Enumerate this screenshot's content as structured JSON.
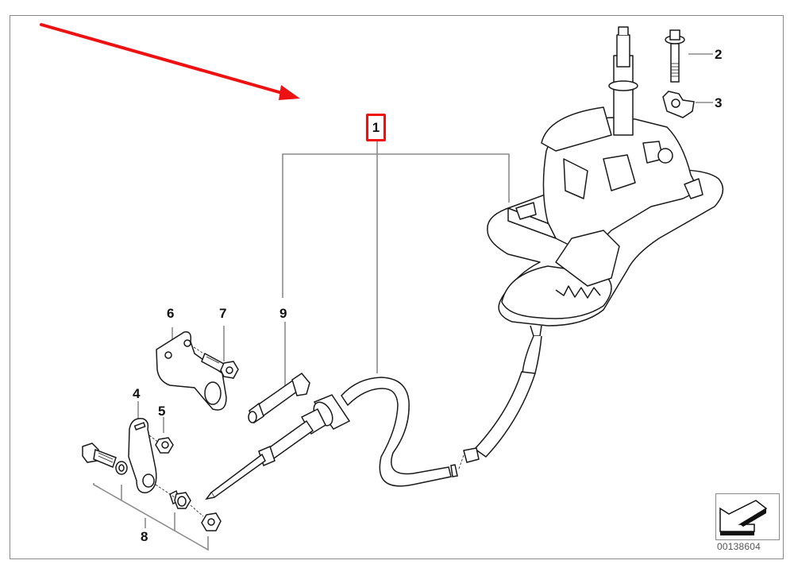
{
  "diagram": {
    "type": "exploded parts diagram",
    "subject": "gear selector switch with shift cable",
    "diagram_number": "00138604",
    "highlight_color": "#ee1111",
    "highlighted_part": "1",
    "annotation": "red-arrow pointing to part 1"
  },
  "labels": {
    "p1": "1",
    "p2": "2",
    "p3": "3",
    "p4": "4",
    "p5": "5",
    "p6": "6",
    "p7": "7",
    "p8": "8",
    "p9": "9"
  },
  "parts": [
    {
      "number": "1",
      "description": "gear selector switch assembly with cable",
      "highlighted": true
    },
    {
      "number": "2",
      "description": "bolt"
    },
    {
      "number": "3",
      "description": "clip nut"
    },
    {
      "number": "4",
      "description": "lever"
    },
    {
      "number": "5",
      "description": "nut"
    },
    {
      "number": "6",
      "description": "bracket"
    },
    {
      "number": "7",
      "description": "flange bolt"
    },
    {
      "number": "8",
      "description": "hardware kit (bolt, washer, bushing, nut)"
    },
    {
      "number": "9",
      "description": "cable end bushing"
    }
  ],
  "nav": {
    "icon": "next-diagram-arrow-icon"
  }
}
